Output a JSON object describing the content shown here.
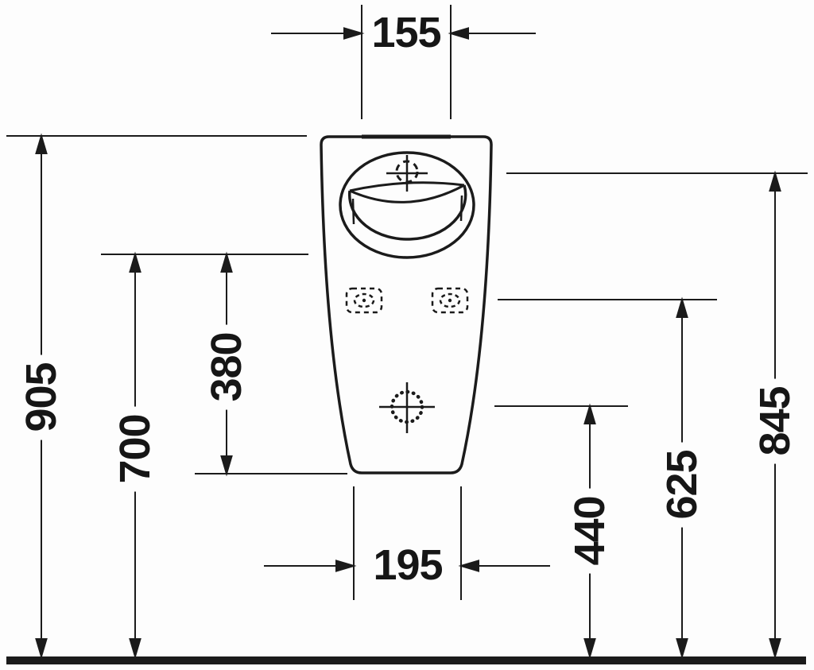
{
  "figure": {
    "type": "technical-dimension-drawing",
    "subject": "wall-mounted urinal, front elevation",
    "units": "mm",
    "line_color": "#1b1b1b",
    "background": "#fdfdfd"
  },
  "dimensions": {
    "d155": {
      "value": "155",
      "orientation": "horizontal",
      "feature": "inlet area width at top"
    },
    "d905": {
      "value": "905",
      "orientation": "vertical",
      "feature": "floor to top edge"
    },
    "d700": {
      "value": "700",
      "orientation": "vertical",
      "feature": "floor to bowl front lower edge"
    },
    "d380": {
      "value": "380",
      "orientation": "vertical",
      "feature": "bowl lower edge to body bottom"
    },
    "d195": {
      "value": "195",
      "orientation": "horizontal",
      "feature": "body width at bottom"
    },
    "d440": {
      "value": "440",
      "orientation": "vertical",
      "feature": "floor to outlet centre"
    },
    "d625": {
      "value": "625",
      "orientation": "vertical",
      "feature": "floor to fixing holes"
    },
    "d845": {
      "value": "845",
      "orientation": "vertical",
      "feature": "floor to rim inlet level"
    }
  },
  "icons": {
    "inlet_marker": "crosshair-with-dashed-circle",
    "outlet_marker": "crosshair-with-dotted-circle",
    "fixing_hole": "dashed-scribble-rectangle",
    "ground": "solid-floor-bar"
  }
}
